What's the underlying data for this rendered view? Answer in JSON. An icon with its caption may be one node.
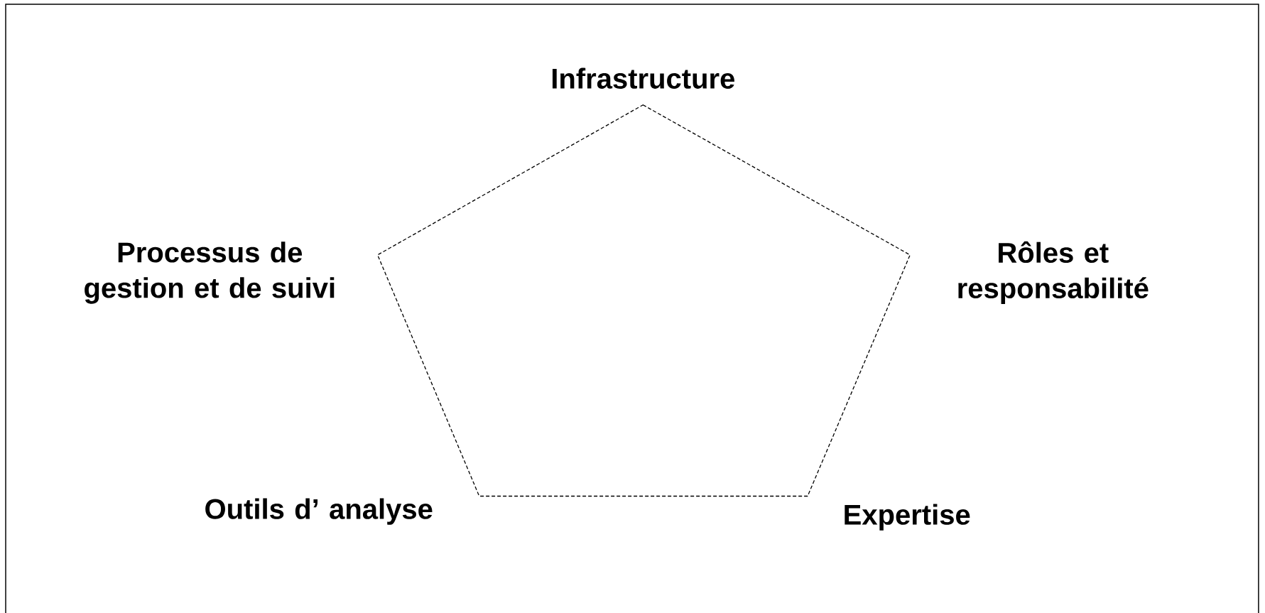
{
  "diagram": {
    "nodes": [
      {
        "text": [],
        "shape": "pentagon"
      }
    ],
    "labels": [
      "Infrastructure",
      "Processus de gestion et de suivi",
      "Rôles et responsabilité",
      "Outils d’ analyse",
      "Expertise"
    ]
  }
}
